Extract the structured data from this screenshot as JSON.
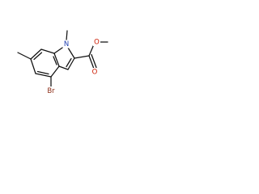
{
  "atoms": {
    "bromine": {
      "text": "Br",
      "color": "#8b2c16"
    },
    "nitrogen": {
      "text": "N",
      "color": "#1f3fb0"
    },
    "carbonyl_oxygen": {
      "text": "O",
      "color": "#cc1a00"
    },
    "ester_oxygen": {
      "text": "O",
      "color": "#cc1a00"
    }
  }
}
